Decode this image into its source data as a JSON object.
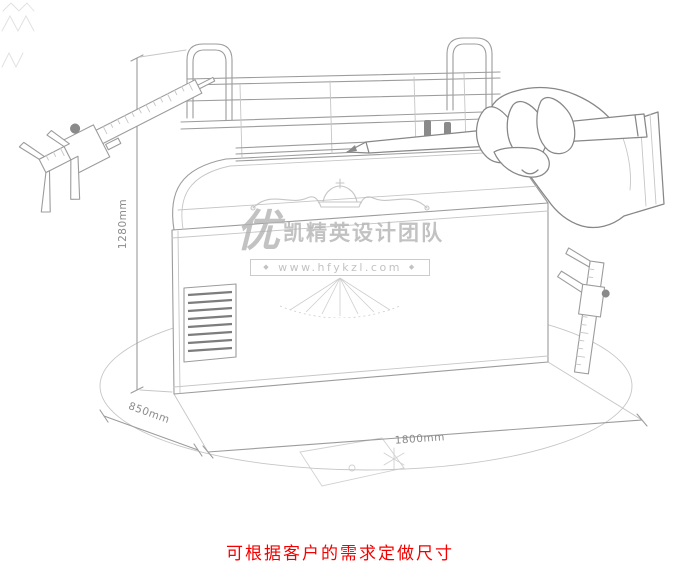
{
  "illustration": {
    "dimensions": {
      "height": "1280mm",
      "depth": "850mm",
      "width": "1800mm"
    }
  },
  "watermark": {
    "logo_char": "优",
    "brand": "凯精英设计团队",
    "url": "www.hfykzl.com",
    "banner_ornament": "◆"
  },
  "caption": {
    "text": "可根据客户的需求定做尺寸"
  },
  "colors": {
    "sketch_line": "#9c9c9c",
    "sketch_dark": "#878787",
    "watermark_gray": "#b3b3b3",
    "caption_red": "#f40000",
    "background": "#ffffff"
  }
}
